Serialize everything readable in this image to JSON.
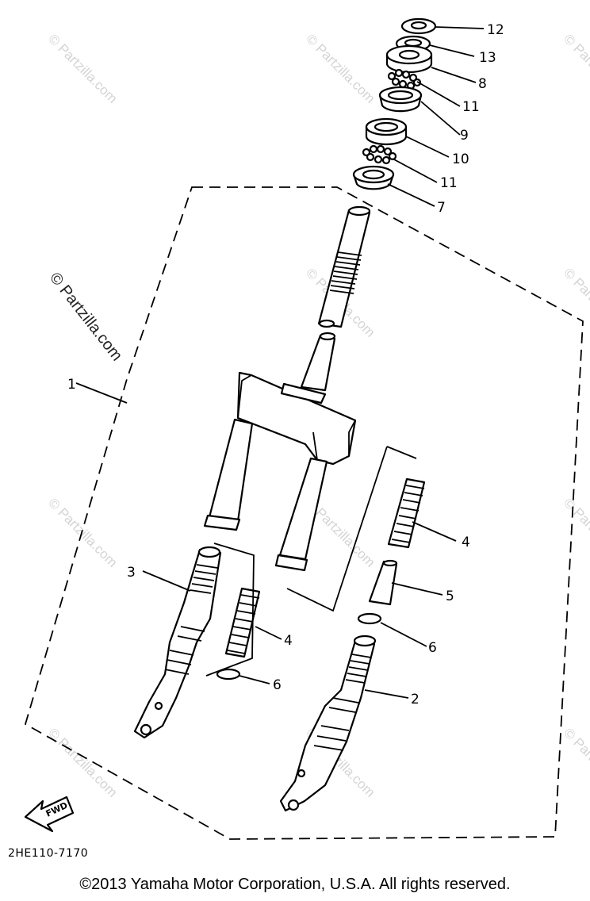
{
  "watermark": "© Partzilla.com",
  "diagram_code": "2HE110-7170",
  "copyright": "©2013 Yamaha Motor Corporation, U.S.A. All rights reserved.",
  "fwd_label": "FWD",
  "callouts": {
    "c1": "1",
    "c2": "2",
    "c3": "3",
    "c4a": "4",
    "c4b": "4",
    "c5": "5",
    "c6a": "6",
    "c6b": "6",
    "c7": "7",
    "c8": "8",
    "c9": "9",
    "c10": "10",
    "c11a": "11",
    "c11b": "11",
    "c12": "12",
    "c13": "13"
  }
}
